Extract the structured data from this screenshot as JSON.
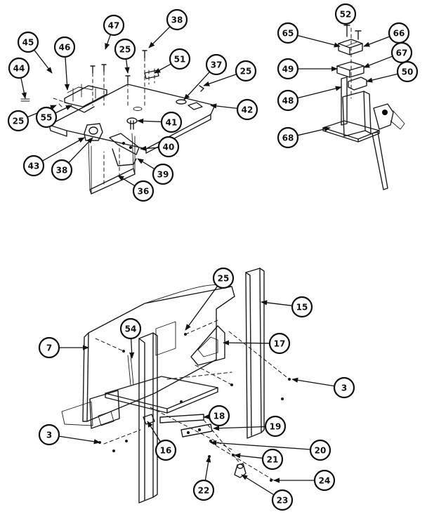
{
  "diagram": {
    "top_left_labels": [
      "45",
      "46",
      "47",
      "38",
      "44",
      "25",
      "51",
      "37",
      "25",
      "25",
      "55",
      "42",
      "41",
      "43",
      "38",
      "40",
      "39",
      "36"
    ],
    "top_right_labels": [
      "52",
      "65",
      "66",
      "67",
      "49",
      "50",
      "48",
      "68"
    ],
    "bottom_labels": [
      "25",
      "15",
      "7",
      "54",
      "17",
      "3",
      "18",
      "19",
      "3",
      "16",
      "20",
      "21",
      "24",
      "22",
      "23"
    ]
  }
}
